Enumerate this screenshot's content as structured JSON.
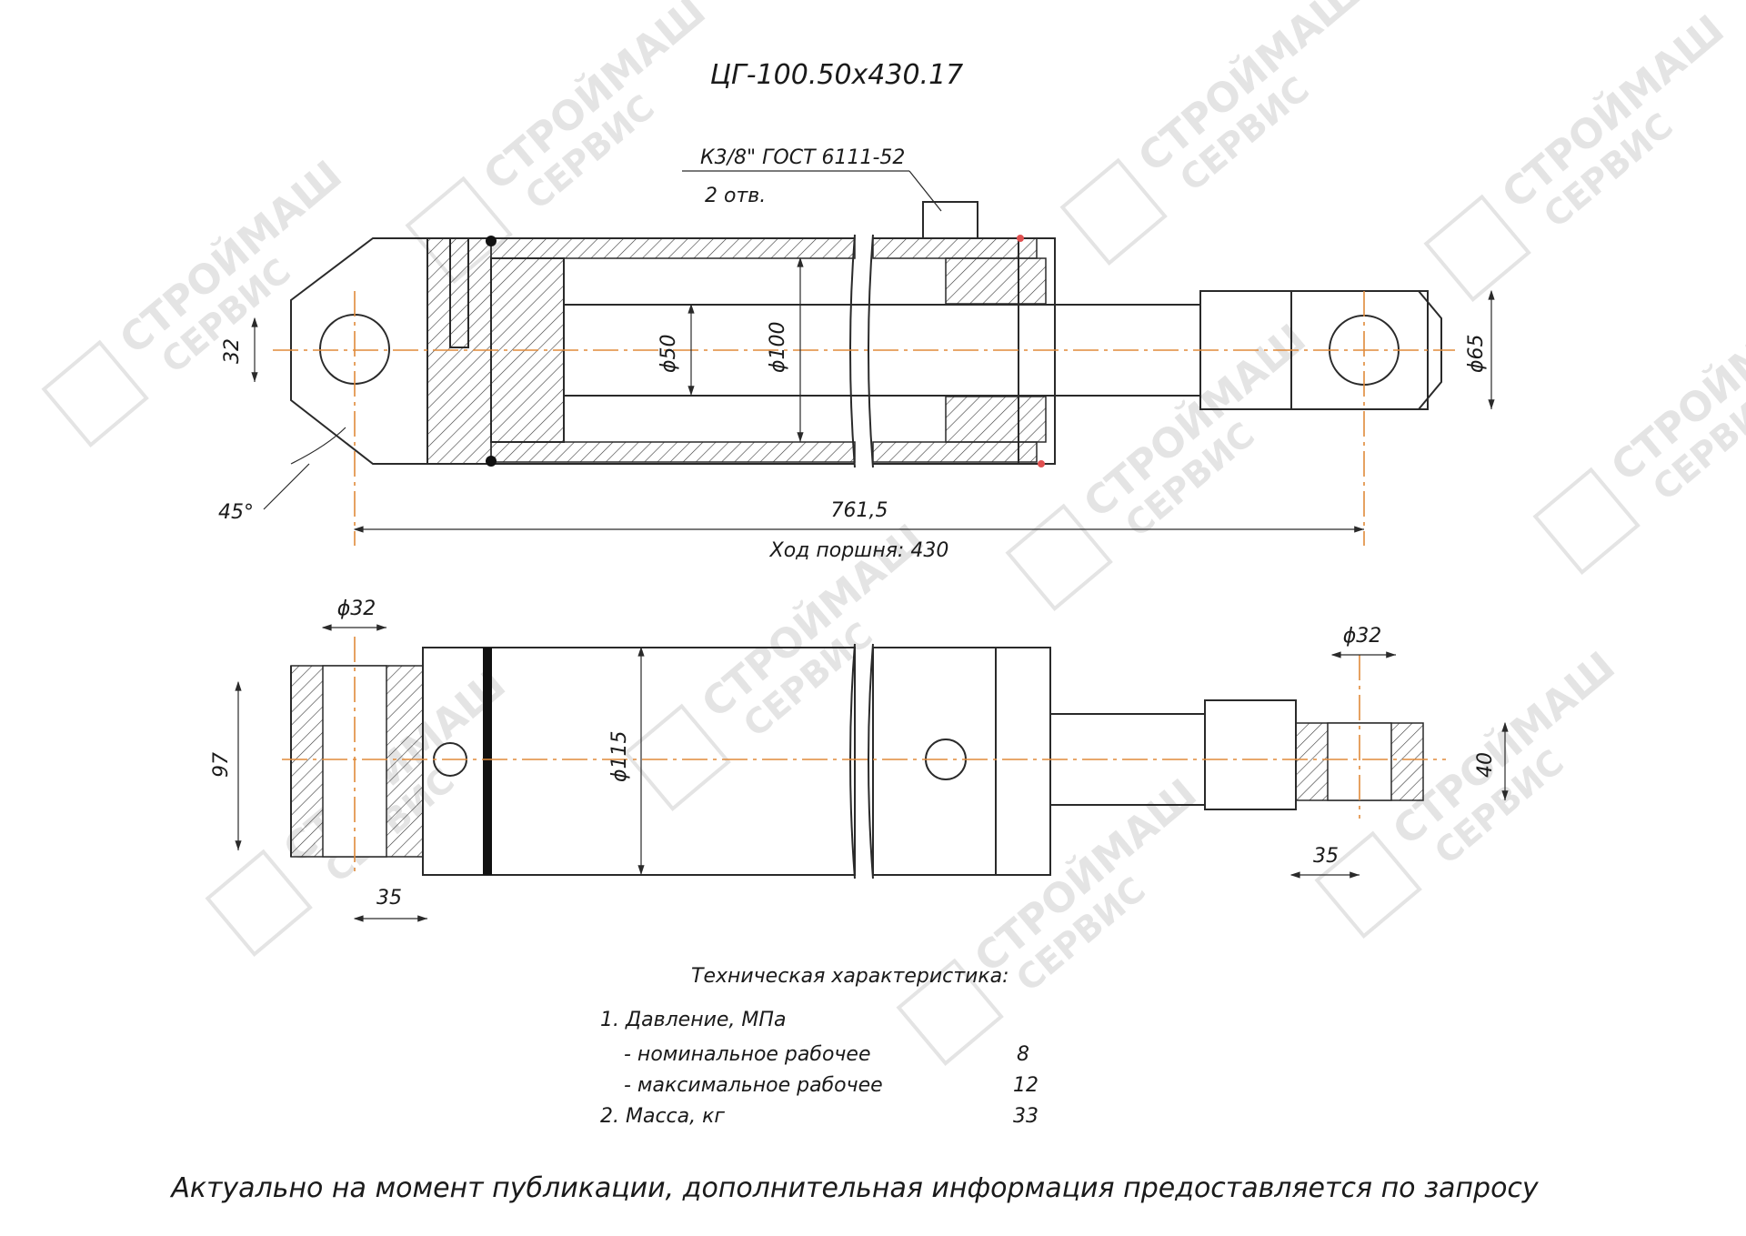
{
  "title": "ЦГ-100.50х430.17",
  "thread_note": {
    "line1": "К3/8\" ГОСТ 6111-52",
    "line2": "2 отв."
  },
  "dimensions": {
    "top_view": {
      "eye_left_diameter": "32",
      "angle": "45°",
      "rod_diameter": "ϕ50",
      "bore_diameter": "ϕ100",
      "rod_eye_diameter": "ϕ65",
      "total_length": "761,5",
      "stroke": "Ход поршня: 430"
    },
    "side_view": {
      "left_hole": "ϕ32",
      "left_height": "97",
      "left_width": "35",
      "body_diameter": "ϕ115",
      "right_hole": "ϕ32",
      "right_height": "40",
      "right_width": "35"
    }
  },
  "specs": {
    "heading": "Техническая характеристика:",
    "items": [
      {
        "label": "1. Давление, МПа",
        "value": ""
      },
      {
        "label": "- номинальное рабочее",
        "value": "8"
      },
      {
        "label": "- максимальное рабочее",
        "value": "12"
      },
      {
        "label": "2. Масса, кг",
        "value": "33"
      }
    ]
  },
  "watermark": {
    "line1": "СТРОЙМАШ",
    "line2": "СЕРВИС"
  },
  "footer": "Актуально на момент публикации, дополнительная информация предоставляется по запросу"
}
